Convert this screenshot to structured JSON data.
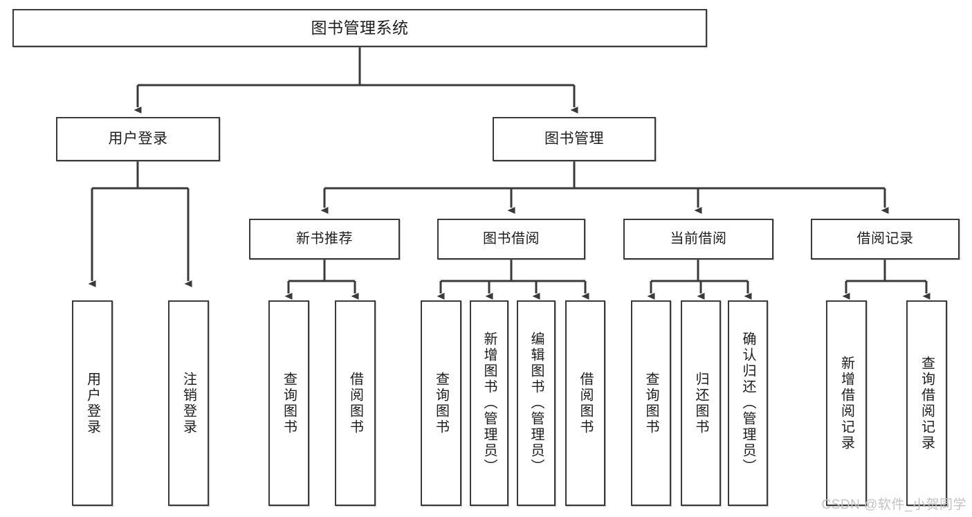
{
  "diagram": {
    "title": "图书管理系统",
    "watermark": "CSDN @软件_小贺同学",
    "line_color": "#3a3a3a",
    "box_border_color": "#3a3a3a",
    "background_color": "#ffffff",
    "text_color": "#1d1d1d",
    "watermark_color": "#c2c2c2"
  },
  "nodes": {
    "root": {
      "label": "图书管理系统"
    },
    "level1": [
      {
        "id": "user-login",
        "label": "用户登录"
      },
      {
        "id": "book-manage",
        "label": "图书管理"
      }
    ],
    "level2": [
      {
        "id": "new-book-recommend",
        "label": "新书推荐"
      },
      {
        "id": "book-borrow",
        "label": "图书借阅"
      },
      {
        "id": "current-borrow",
        "label": "当前借阅"
      },
      {
        "id": "borrow-record",
        "label": "借阅记录"
      }
    ],
    "leaves": [
      {
        "id": "user-login-leaf",
        "label": "用户登录"
      },
      {
        "id": "user-logout-leaf",
        "label": "注销登录"
      },
      {
        "id": "query-book-recommend",
        "label": "查询图书"
      },
      {
        "id": "borrow-book-recommend",
        "label": "借阅图书"
      },
      {
        "id": "query-book-borrow",
        "label": "查询图书"
      },
      {
        "id": "add-book-admin",
        "label": "新增图书（管理员）"
      },
      {
        "id": "edit-book-admin",
        "label": "编辑图书（管理员）"
      },
      {
        "id": "borrow-book",
        "label": "借阅图书"
      },
      {
        "id": "query-book-current",
        "label": "查询图书"
      },
      {
        "id": "return-book",
        "label": "归还图书"
      },
      {
        "id": "confirm-return-admin",
        "label": "确认归还（管理员）"
      },
      {
        "id": "add-borrow-record",
        "label": "新增借阅记录"
      },
      {
        "id": "query-borrow-record",
        "label": "查询借阅记录"
      }
    ]
  }
}
